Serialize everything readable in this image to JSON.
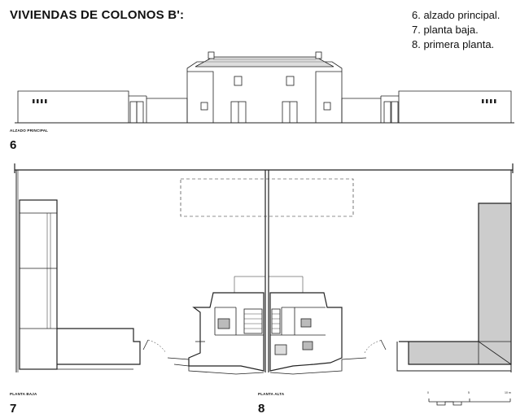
{
  "title": "VIVIENDAS DE COLONOS B':",
  "legend": [
    "6. alzado principal.",
    "7. planta baja.",
    "8. primera planta."
  ],
  "captions": {
    "elevation": "ALZADO PRINCIPAL",
    "ground_floor": "PLANTA BAJA",
    "upper_floor": "PLANTA ALTA"
  },
  "figure_numbers": {
    "elevation": "6",
    "ground_floor": "7",
    "upper_floor": "8"
  },
  "scale_bar": {
    "labels": [
      "0",
      "5",
      "10 m"
    ]
  }
}
